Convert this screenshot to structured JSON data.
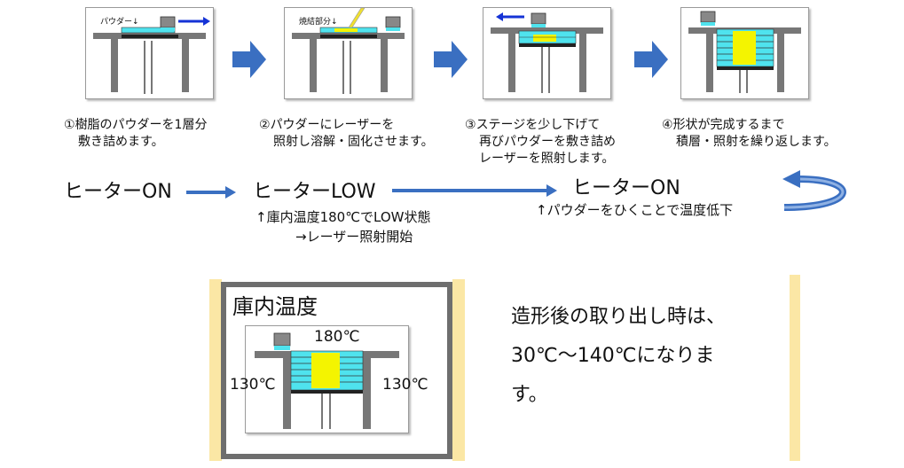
{
  "steps": [
    {
      "num": "①",
      "line1": "樹脂のパウダーを1層分",
      "line2": "敷き詰めます。",
      "panel_label": "パウダー↓"
    },
    {
      "num": "②",
      "line1": "パウダーにレーザーを",
      "line2": "照射し溶解・固化させます。",
      "panel_label": "焼結部分↓"
    },
    {
      "num": "③",
      "line1": "ステージを少し下げて",
      "line2": "再びパウダーを敷き詰め",
      "line3": "レーザーを照射します。"
    },
    {
      "num": "④",
      "line1": "形状が完成するまで",
      "line2": "積層・照射を繰り返します。"
    }
  ],
  "heater": {
    "s1": "ヒーターON",
    "s2": "ヒーターLOW",
    "s3": "ヒーターON",
    "note_low_1": "↑庫内温度180℃でLOW状態",
    "note_low_2": "→レーザー照射開始",
    "note_on": "↑パウダーをひくことで温度低下"
  },
  "chamber": {
    "title": "庫内温度",
    "top_temp": "180℃",
    "left_temp": "130℃",
    "right_temp": "130℃"
  },
  "message": {
    "line1": "造形後の取り出し時は、",
    "line2": "30℃～140℃になりま",
    "line3": "す。"
  },
  "colors": {
    "powder": "#4fe3ee",
    "part": "#f4f400",
    "arrow": "#3a6fc1",
    "frame": "#6e6e6e",
    "beige": "#fbe7a5",
    "laser": "#f0e030"
  }
}
